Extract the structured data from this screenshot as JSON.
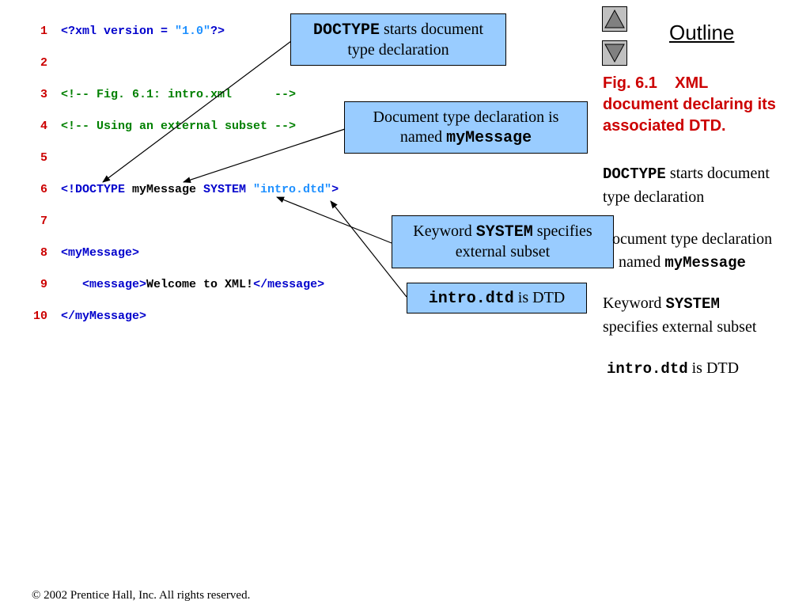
{
  "code_lines": [
    {
      "num": "1",
      "parts": [
        {
          "t": "<?xml version = ",
          "c": "c-blue"
        },
        {
          "t": "\"1.0\"",
          "c": "c-str"
        },
        {
          "t": "?>",
          "c": "c-blue"
        }
      ]
    },
    {
      "num": "2",
      "parts": []
    },
    {
      "num": "3",
      "parts": [
        {
          "t": "<!-- Fig. 6.1: intro.xml      -->",
          "c": "c-green"
        }
      ]
    },
    {
      "num": "4",
      "parts": [
        {
          "t": "<!-- Using an external subset -->",
          "c": "c-green"
        }
      ]
    },
    {
      "num": "5",
      "parts": []
    },
    {
      "num": "6",
      "parts": [
        {
          "t": "<!DOCTYPE ",
          "c": "c-blue"
        },
        {
          "t": "myMessage ",
          "c": "c-black"
        },
        {
          "t": "SYSTEM ",
          "c": "c-blue"
        },
        {
          "t": "\"intro.dtd\"",
          "c": "c-str"
        },
        {
          "t": ">",
          "c": "c-blue"
        }
      ]
    },
    {
      "num": "7",
      "parts": []
    },
    {
      "num": "8",
      "parts": [
        {
          "t": "<myMessage>",
          "c": "c-blue"
        }
      ]
    },
    {
      "num": "9",
      "parts": [
        {
          "t": "   ",
          "c": "c-black"
        },
        {
          "t": "<message>",
          "c": "c-blue"
        },
        {
          "t": "Welcome to XML!",
          "c": "c-black"
        },
        {
          "t": "</message>",
          "c": "c-blue"
        }
      ]
    },
    {
      "num": "10",
      "parts": [
        {
          "t": "</myMessage>",
          "c": "c-blue"
        }
      ]
    }
  ],
  "callouts": {
    "doctype": {
      "code": "DOCTYPE",
      "text1": " starts document",
      "text2": "type declaration"
    },
    "named": {
      "text1": "Document type declaration is",
      "text2": "named ",
      "code": "myMessage"
    },
    "system": {
      "text1": "Keyword ",
      "code": "SYSTEM",
      "text2": " specifies",
      "text3": "external subset"
    },
    "dtd": {
      "code": "intro.dtd",
      "text": " is DTD"
    }
  },
  "outline": {
    "title": "Outline",
    "caption_line1": "Fig. 6.1    XML",
    "caption_line2": "document declaring its",
    "caption_line3": "associated DTD.",
    "notes": {
      "n1_code": "DOCTYPE",
      "n1_a": " starts document",
      "n1_b": "type declaration",
      "n2_a": "ocument type declaration",
      "n2_b": "named ",
      "n2_code": "myMessage",
      "n3_a": "Keyword ",
      "n3_code": "SYSTEM",
      "n3_b": "specifies external subset",
      "n4_code": "intro.dtd",
      "n4_a": " is DTD"
    }
  },
  "footer": "© 2002 Prentice Hall, Inc.  All rights reserved.",
  "colors": {
    "callout_bg": "#99ccff",
    "line_number": "#cc0000",
    "caption": "#cc0000",
    "keyword": "#0000cc",
    "comment": "#008000",
    "string": "#1e90ff"
  }
}
